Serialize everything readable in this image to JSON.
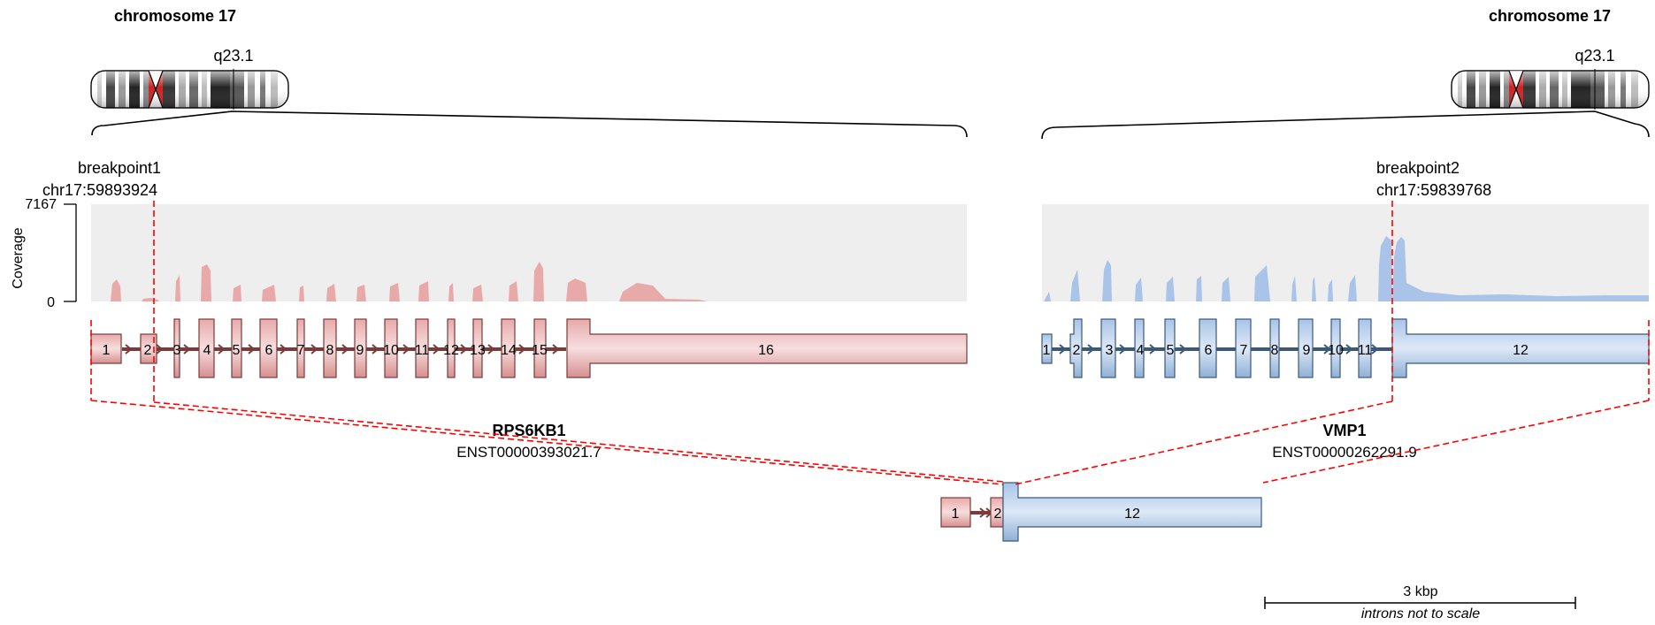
{
  "chromosomes": [
    {
      "title": "chromosome 17",
      "band": "q23.1"
    },
    {
      "title": "chromosome 17",
      "band": "q23.1"
    }
  ],
  "breakpoints": [
    {
      "name": "breakpoint1",
      "position": "chr17:59893924"
    },
    {
      "name": "breakpoint2",
      "position": "chr17:59839768"
    }
  ],
  "coverage": {
    "axis_title": "Coverage",
    "max_label": "7167",
    "min_label": "0"
  },
  "gene1": {
    "name": "RPS6KB1",
    "transcript": "ENST00000393021.7",
    "color": "#e8a9a9",
    "border": "#7a3b3b",
    "exon_labels": [
      "1",
      "2",
      "3",
      "4",
      "5",
      "6",
      "7",
      "8",
      "9",
      "10",
      "11",
      "12",
      "13",
      "14",
      "15",
      "16"
    ]
  },
  "gene2": {
    "name": "VMP1",
    "transcript": "ENST00000262291.9",
    "color": "#a9c4e8",
    "border": "#3b5a7a",
    "exon_labels": [
      "1",
      "2",
      "3",
      "4",
      "5",
      "6",
      "7",
      "8",
      "9",
      "10",
      "11",
      "12"
    ]
  },
  "fusion": {
    "exon_labels": [
      "1",
      "2",
      "12"
    ]
  },
  "breakpoint_line_color": "#ff0000",
  "scale": {
    "label": "3 kbp",
    "note": "introns not to scale"
  }
}
